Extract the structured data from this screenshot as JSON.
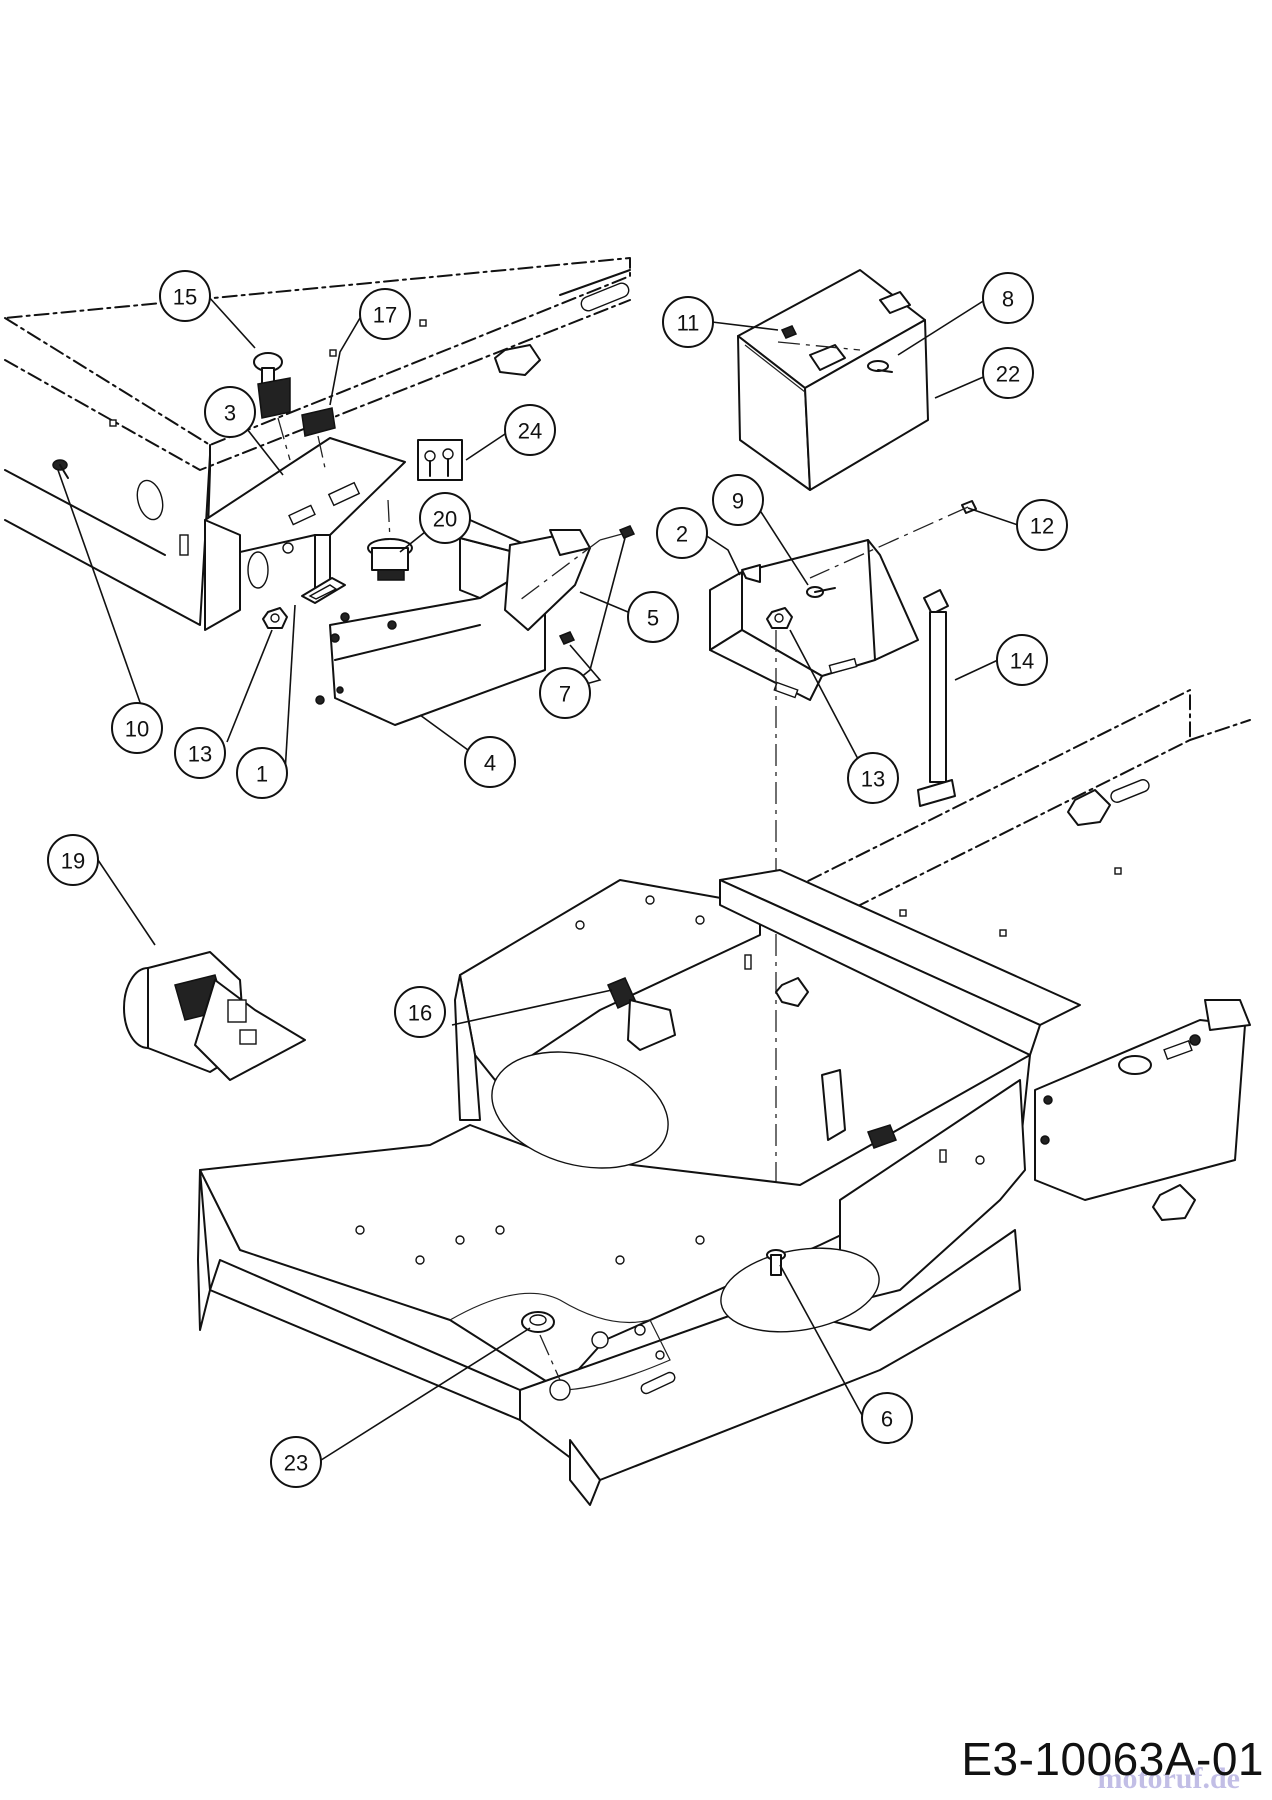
{
  "diagram": {
    "reference_code": "E3-10063A-01",
    "watermark": "motoruf.de",
    "callouts": [
      "1",
      "2",
      "3",
      "4",
      "5",
      "6",
      "7",
      "8",
      "9",
      "10",
      "11",
      "12",
      "13",
      "13",
      "14",
      "15",
      "16",
      "17",
      "19",
      "20",
      "22",
      "23",
      "24"
    ]
  }
}
